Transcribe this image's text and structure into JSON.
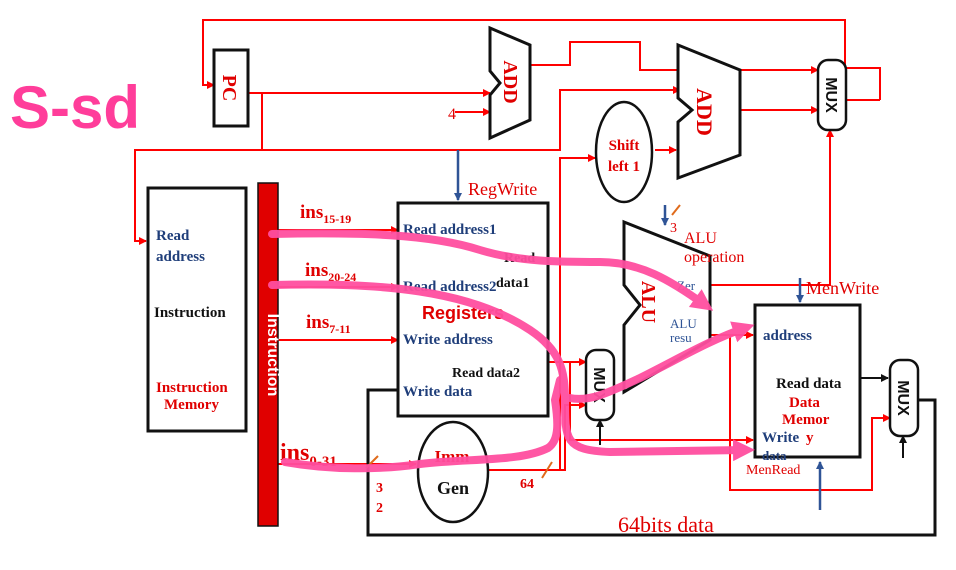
{
  "slide_title": "S-sd",
  "blocks": {
    "pc": "PC",
    "add_pc": "ADD",
    "add_branch": "ADD",
    "mux_pc": "MUX",
    "shift_line1": "Shift",
    "shift_line2": "left 1",
    "alu": "ALU",
    "mux_alu": "MUX",
    "mux_wb": "MUX",
    "imm_gen_top": "Imm",
    "imm_gen_bottom": "Gen",
    "instruction_bus": "Instruction"
  },
  "instruction_memory": {
    "read_address_line1": "Read",
    "read_address_line2": "address",
    "instruction": "Instruction",
    "name_line1": "Instruction",
    "name_line2": "Memory"
  },
  "registers": {
    "read_address1": "Read address1",
    "read_address2": "Read address2",
    "write_address": "Write address",
    "write_data": "Write data",
    "read_data1_line1": "Read",
    "read_data1_line2": "data1",
    "read_data2": "Read data2",
    "name": "Registers"
  },
  "alu_ports": {
    "zero": "Zer",
    "result_line1": "ALU",
    "result_line2": "resu"
  },
  "data_memory": {
    "address": "address",
    "read_data": "Read data",
    "name_line1": "Data",
    "name_line2": "Memor",
    "name_line3": "y",
    "write_data_line1": "Write",
    "write_data_line2": "data"
  },
  "fields": {
    "ins_15_19": {
      "base": "ins",
      "sub": "15-19"
    },
    "ins_20_24": {
      "base": "ins",
      "sub": "20-24"
    },
    "ins_7_11": {
      "base": "ins",
      "sub": "7-11"
    },
    "ins_0_31": {
      "base": "ins",
      "sub": "0-31"
    }
  },
  "control": {
    "reg_write": "RegWrite",
    "alu_operation_line1": "ALU",
    "alu_operation_line2": "operation",
    "alu_op_bits": "3",
    "mem_write": "MenWrite",
    "mem_read": "MenRead"
  },
  "constants": {
    "four": "4",
    "width_32_line1": "3",
    "width_32_line2": "2",
    "width_64": "64",
    "bus_64bits": "64bits data"
  },
  "colors": {
    "title": "#ff3d9a",
    "highlight": "#ff4fa0",
    "wire": "#ff0000",
    "label_blue": "#1f3e7a",
    "control_blue": "#2f5496",
    "red_text": "#e00000"
  }
}
